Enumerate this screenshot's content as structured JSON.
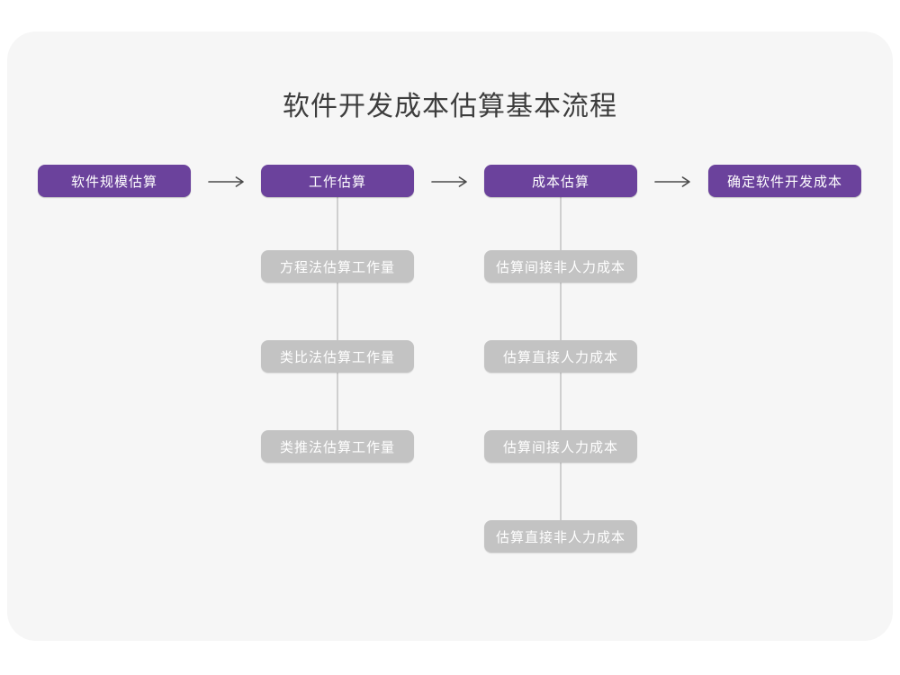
{
  "page": {
    "title": "软件开发成本估算基本流程"
  },
  "colors": {
    "canvas_bg": "#ffffff",
    "card_bg": "#f6f6f6",
    "primary_purple": "#6b429c",
    "stage_gray": "#c3c3c3",
    "connector_gray": "#cfcfcf",
    "arrow_dark": "#4a4a4a",
    "title_text": "#3d3d3d",
    "box_text": "#ffffff"
  },
  "flow": {
    "stages": [
      {
        "label": "软件规模估算",
        "substeps": []
      },
      {
        "label": "工作估算",
        "substeps": [
          "方程法估算工作量",
          "类比法估算工作量",
          "类推法估算工作量"
        ]
      },
      {
        "label": "成本估算",
        "substeps": [
          "估算间接非人力成本",
          "估算直接人力成本",
          "估算间接人力成本",
          "估算直接非人力成本"
        ]
      },
      {
        "label": "确定软件开发成本",
        "substeps": []
      }
    ]
  }
}
